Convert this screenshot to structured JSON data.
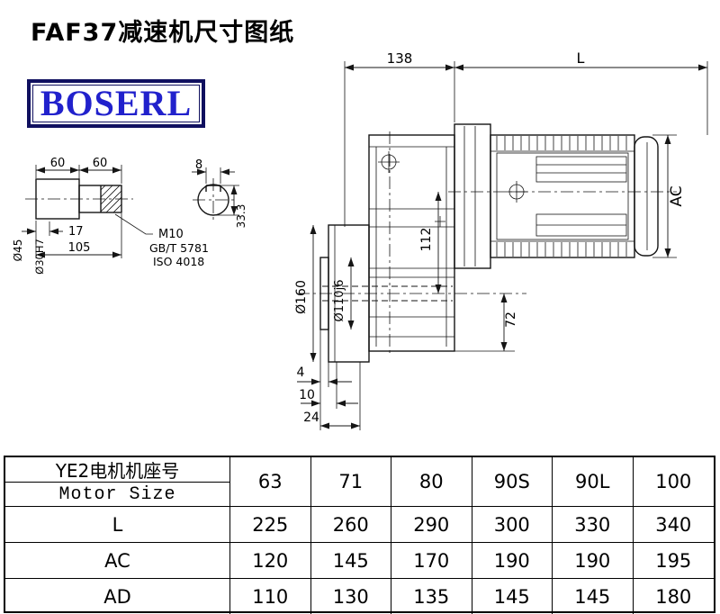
{
  "page": {
    "title": "FAF37减速机尺寸图纸",
    "logo": "BOSERL"
  },
  "brand_colors": {
    "logo_border": "#10105f",
    "logo_text": "#2121cc"
  },
  "dims": {
    "d138": "138",
    "L": "L",
    "AC": "AC",
    "s60a": "60",
    "s60b": "60",
    "k8": "8",
    "k333": "33.3",
    "d45": "Ø45",
    "d30": "Ø30H7",
    "s17": "17",
    "s105": "105",
    "m10": "M10",
    "gb": "GB/T 5781",
    "iso": "ISO 4018",
    "d160": "Ø160",
    "d110": "Ø110j6",
    "h112": "112",
    "h72": "72",
    "b4": "4",
    "b10": "10",
    "b24": "24"
  },
  "table": {
    "motor_header_cn": "YE2电机机座号",
    "motor_header_en": "Motor Size",
    "sizes": [
      "63",
      "71",
      "80",
      "90S",
      "90L",
      "100"
    ],
    "rows": [
      {
        "label": "L",
        "values": [
          "225",
          "260",
          "290",
          "300",
          "330",
          "340"
        ]
      },
      {
        "label": "AC",
        "values": [
          "120",
          "145",
          "170",
          "190",
          "190",
          "195"
        ]
      },
      {
        "label": "AD",
        "values": [
          "110",
          "130",
          "135",
          "145",
          "145",
          "180"
        ]
      }
    ]
  }
}
